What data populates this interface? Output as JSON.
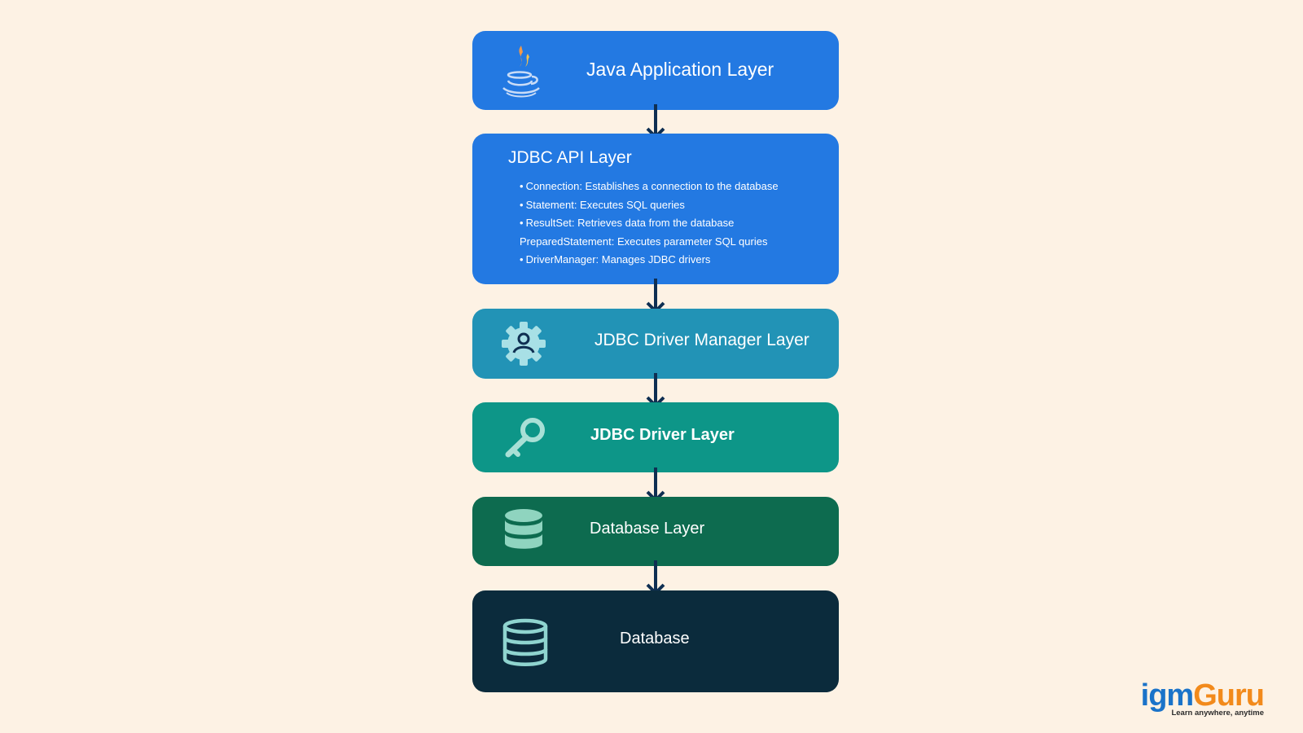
{
  "layers": {
    "java": {
      "title": "Java Application Layer",
      "icon": "java-cup-icon",
      "color": "#2379e2"
    },
    "api": {
      "title": "JDBC API Layer",
      "color": "#2379e2",
      "items": [
        "Connection: Establishes a connection to the database",
        "Statement: Executes SQL queries",
        "ResultSet: Retrieves data from the database",
        "PreparedStatement: Executes parameter SQL quries",
        "DriverManager: Manages JDBC drivers"
      ]
    },
    "driver_manager": {
      "title": "JDBC Driver Manager Layer",
      "icon": "gear-user-icon",
      "color": "#2293b6"
    },
    "driver": {
      "title": "JDBC Driver Layer",
      "icon": "key-icon",
      "color": "#0d9688"
    },
    "database_layer": {
      "title": "Database Layer",
      "icon": "database-icon",
      "color": "#0d6b4f"
    },
    "database": {
      "title": "Database",
      "icon": "database-outline-icon",
      "color": "#0b2b3c"
    }
  },
  "arrow_color": "#0f2f52",
  "logo": {
    "brand_part1": "igm",
    "brand_part2": "Guru",
    "tagline": "Learn anywhere, anytime"
  }
}
